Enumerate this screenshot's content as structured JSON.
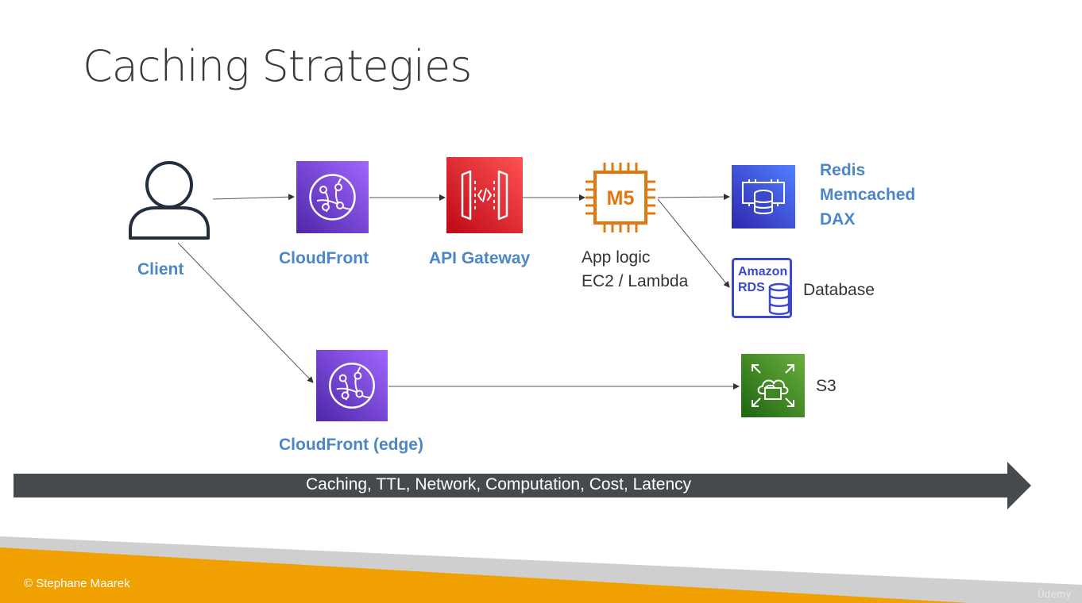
{
  "slide": {
    "title": "Caching Strategies",
    "copyright": "© Stephane Maarek",
    "watermark": "Ūdemy"
  },
  "nodes": {
    "client": "Client",
    "cloudfront": "CloudFront",
    "api_gateway": "API Gateway",
    "app_logic_line1": "App logic",
    "app_logic_line2": "EC2 / Lambda",
    "ec2_badge": "M5",
    "cache_line1": "Redis",
    "cache_line2": "Memcached",
    "cache_line3": "DAX",
    "rds_line1": "Amazon",
    "rds_line2": "RDS",
    "database": "Database",
    "cloudfront_edge": "CloudFront (edge)",
    "s3": "S3"
  },
  "banner": {
    "text": "Caching, TTL, Network, Computation, Cost, Latency"
  },
  "colors": {
    "cloudfront": "#7b3fe4",
    "api_gateway": "#d42b2b",
    "ec2": "#e0780f",
    "cache": "#3b48cc",
    "rds": "#3b48cc",
    "s3": "#3f8624",
    "label_blue": "#4a86c8",
    "banner": "#454a4e",
    "footer": "#f0a000"
  }
}
